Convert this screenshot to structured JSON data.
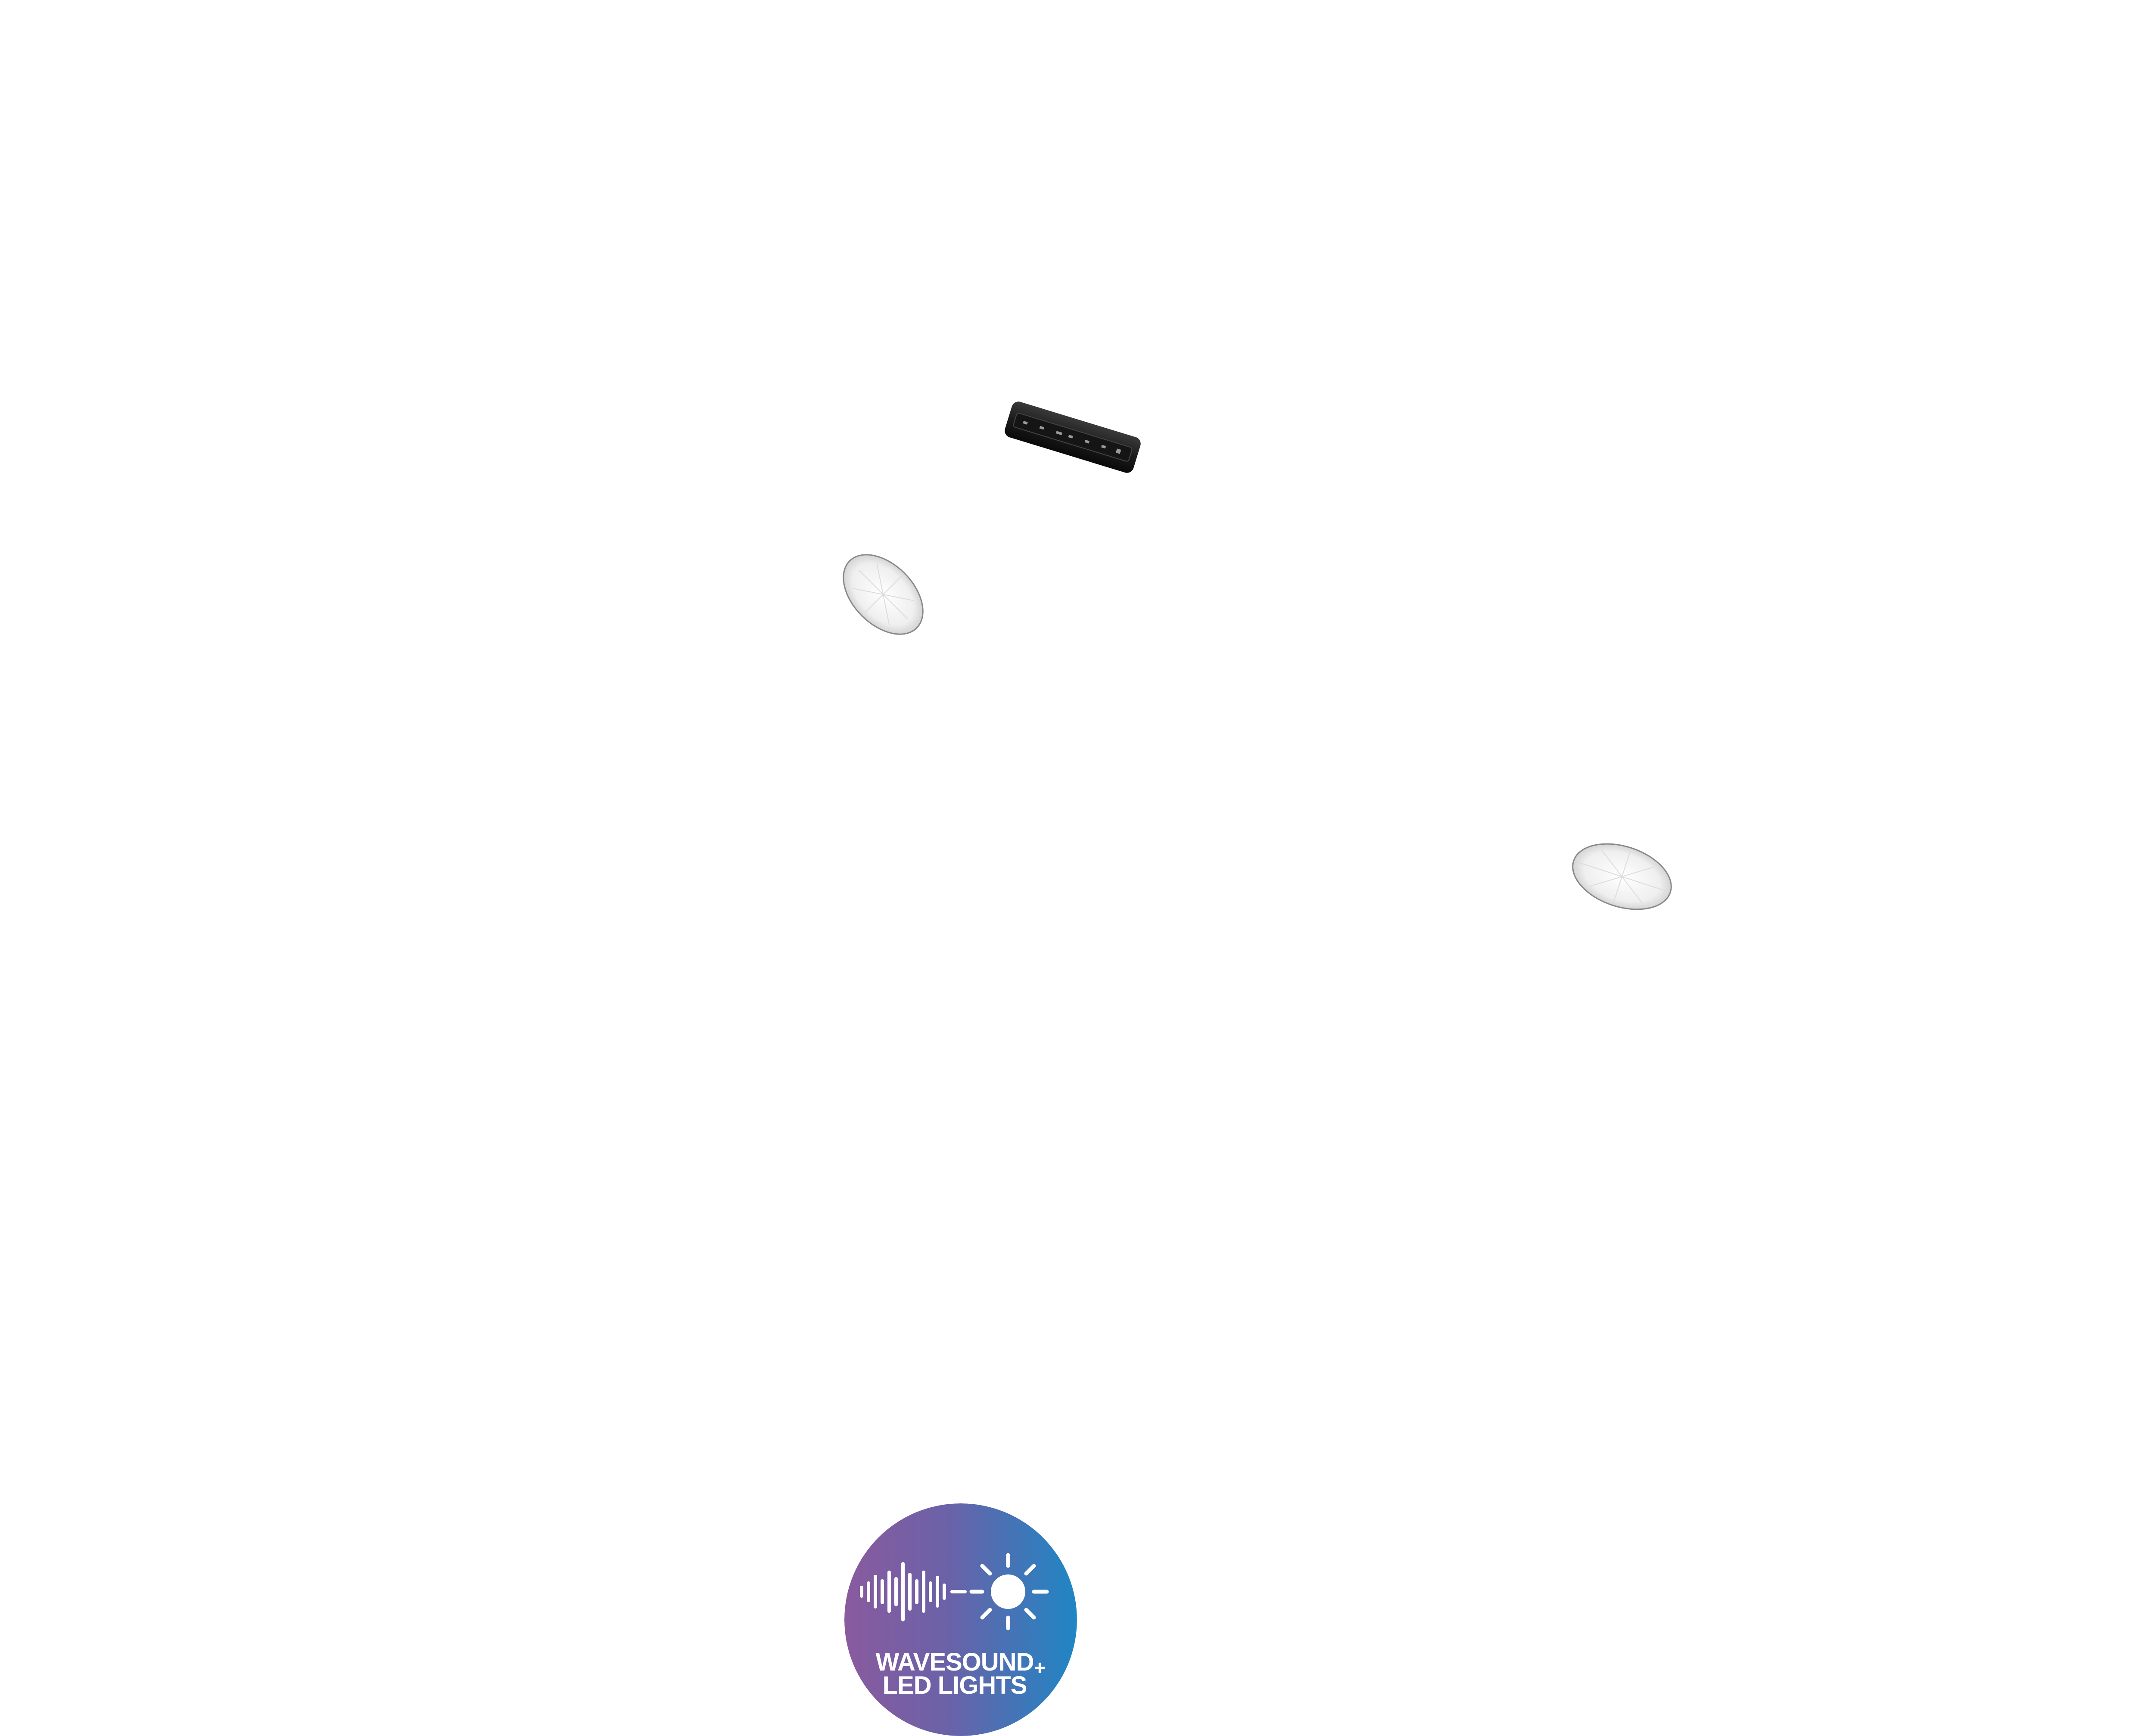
{
  "badge": {
    "line1": "WAVESOUND",
    "line2": "LED LIGHTS",
    "plus": "+",
    "colors": {
      "gradient_left": "#8a5a9e",
      "gradient_right": "#1f86c4",
      "foreground": "#ffffff"
    },
    "icons": [
      "sound-wave-icon",
      "sun-icon"
    ]
  },
  "products": [
    {
      "name": "control-unit",
      "color": "#1e1e1e"
    },
    {
      "name": "led-pad",
      "color": "#efefef"
    },
    {
      "name": "led-pad",
      "color": "#efefef"
    }
  ]
}
